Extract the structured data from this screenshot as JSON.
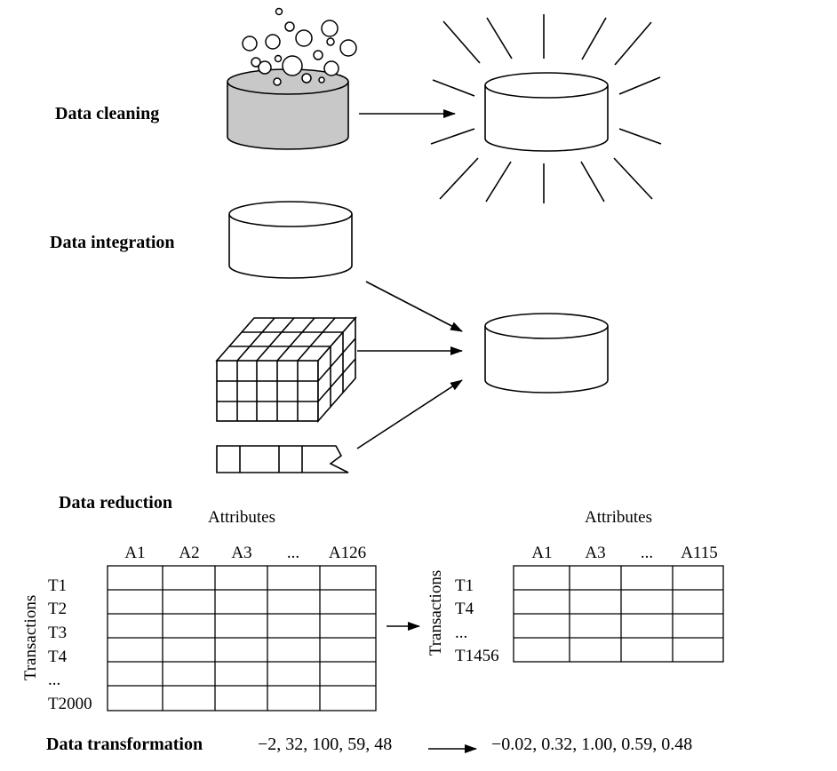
{
  "sections": {
    "cleaning": "Data cleaning",
    "integration": "Data integration",
    "reduction": "Data reduction",
    "transformation": "Data transformation"
  },
  "reduction": {
    "left_table": {
      "attributes_label": "Attributes",
      "transactions_label": "Transactions",
      "columns": [
        "A1",
        "A2",
        "A3",
        "...",
        "A126"
      ],
      "rows": [
        "T1",
        "T2",
        "T3",
        "T4",
        "...",
        "T2000"
      ]
    },
    "right_table": {
      "attributes_label": "Attributes",
      "transactions_label": "Transactions",
      "columns": [
        "A1",
        "A3",
        "...",
        "A115"
      ],
      "rows": [
        "T1",
        "T4",
        "...",
        "T1456"
      ]
    }
  },
  "transformation": {
    "input": "−2, 32, 100, 59, 48",
    "output": "−0.02, 0.32, 1.00, 0.59, 0.48"
  }
}
